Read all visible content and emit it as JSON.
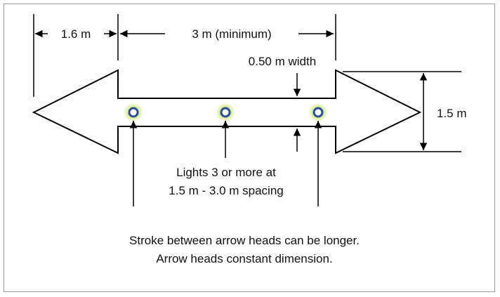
{
  "dimensions": {
    "head_length": "1.6 m",
    "stroke_length": "3 m (minimum)",
    "stroke_width": "0.50 m width",
    "head_height": "1.5 m"
  },
  "lights_note": {
    "line1": "Lights 3 or more at",
    "line2": "1.5 m - 3.0 m spacing"
  },
  "caption": {
    "line1": "Stroke between arrow heads can be longer.",
    "line2": "Arrow heads constant dimension."
  },
  "colors": {
    "line": "#000000",
    "light_ring": "#2b4f9e",
    "light_glow": "#c8e86a"
  }
}
